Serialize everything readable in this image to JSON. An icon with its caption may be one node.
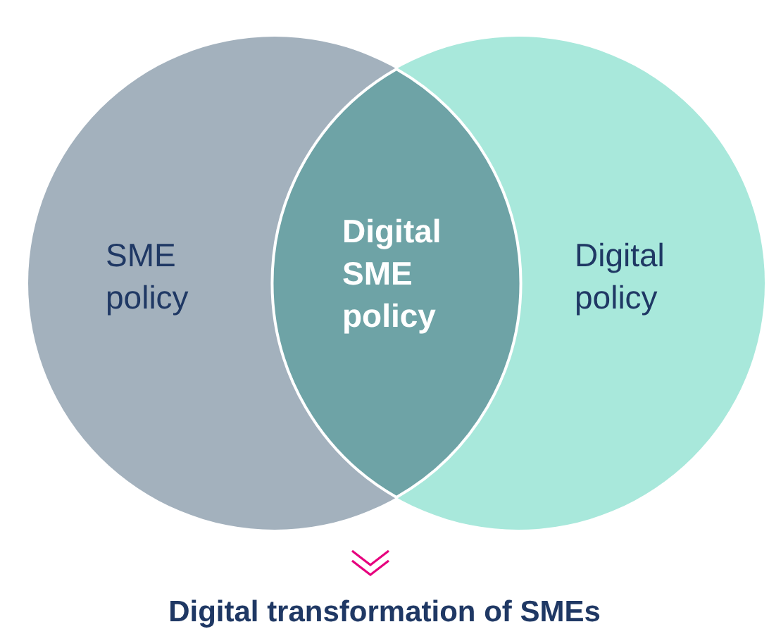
{
  "diagram": {
    "nodes": [
      {
        "text": [
          "SME policy"
        ]
      },
      {
        "text": [
          "Digital policy"
        ]
      },
      {
        "text": [
          "Digital SME policy"
        ]
      },
      {
        "text": [
          "Digital transformation of SMEs"
        ]
      }
    ],
    "edges": [
      {
        "from": null,
        "to": 3,
        "arrow": "to"
      }
    ]
  }
}
